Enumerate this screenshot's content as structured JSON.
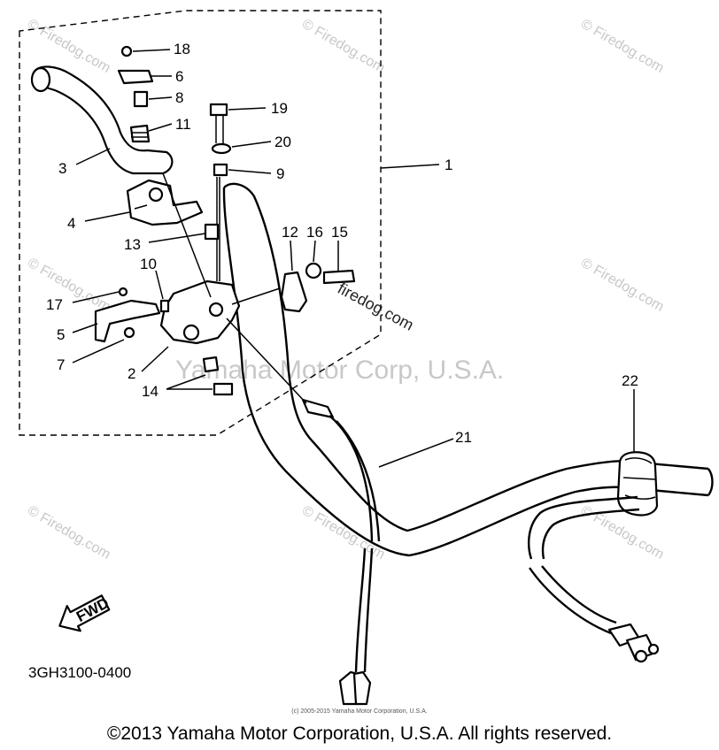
{
  "callouts": [
    {
      "id": "18",
      "text": "18"
    },
    {
      "id": "6",
      "text": "6"
    },
    {
      "id": "8",
      "text": "8"
    },
    {
      "id": "11",
      "text": "11"
    },
    {
      "id": "19",
      "text": "19"
    },
    {
      "id": "20",
      "text": "20"
    },
    {
      "id": "9",
      "text": "9"
    },
    {
      "id": "1",
      "text": "1"
    },
    {
      "id": "3",
      "text": "3"
    },
    {
      "id": "4",
      "text": "4"
    },
    {
      "id": "13",
      "text": "13"
    },
    {
      "id": "12",
      "text": "12"
    },
    {
      "id": "16",
      "text": "16"
    },
    {
      "id": "15",
      "text": "15"
    },
    {
      "id": "10",
      "text": "10"
    },
    {
      "id": "17",
      "text": "17"
    },
    {
      "id": "5",
      "text": "5"
    },
    {
      "id": "7",
      "text": "7"
    },
    {
      "id": "2",
      "text": "2"
    },
    {
      "id": "14",
      "text": "14"
    },
    {
      "id": "22",
      "text": "22"
    },
    {
      "id": "21",
      "text": "21"
    }
  ],
  "watermarks": {
    "firedog": "© Firedog.com",
    "firedog_inline": "firedog.com",
    "yamaha": "Yamaha Motor Corp, U.S.A."
  },
  "fwd_label": "FWD",
  "drawing_number": "3GH3100-0400",
  "fine_print": "(c) 2005-2015 Yamaha Motor Corporation, U.S.A.",
  "copyright": "©2013 Yamaha Motor Corporation, U.S.A. All rights reserved."
}
